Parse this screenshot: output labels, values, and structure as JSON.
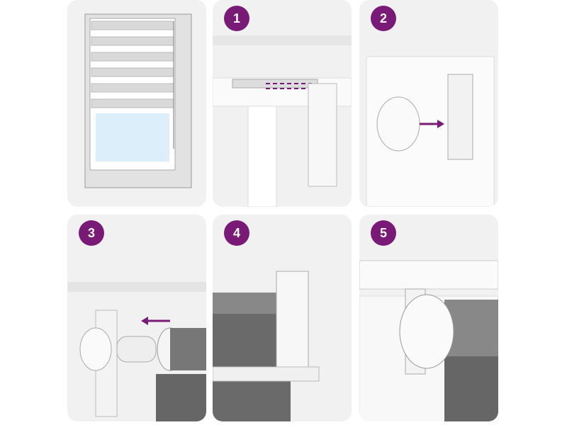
{
  "steps": [
    {
      "label": ""
    },
    {
      "label": "1"
    },
    {
      "label": "2"
    },
    {
      "label": "3"
    },
    {
      "label": "4"
    },
    {
      "label": "5"
    }
  ],
  "colors": {
    "accent": "#7a1a77",
    "panel": "#f1f1f2",
    "glass": "#dbeefa"
  }
}
